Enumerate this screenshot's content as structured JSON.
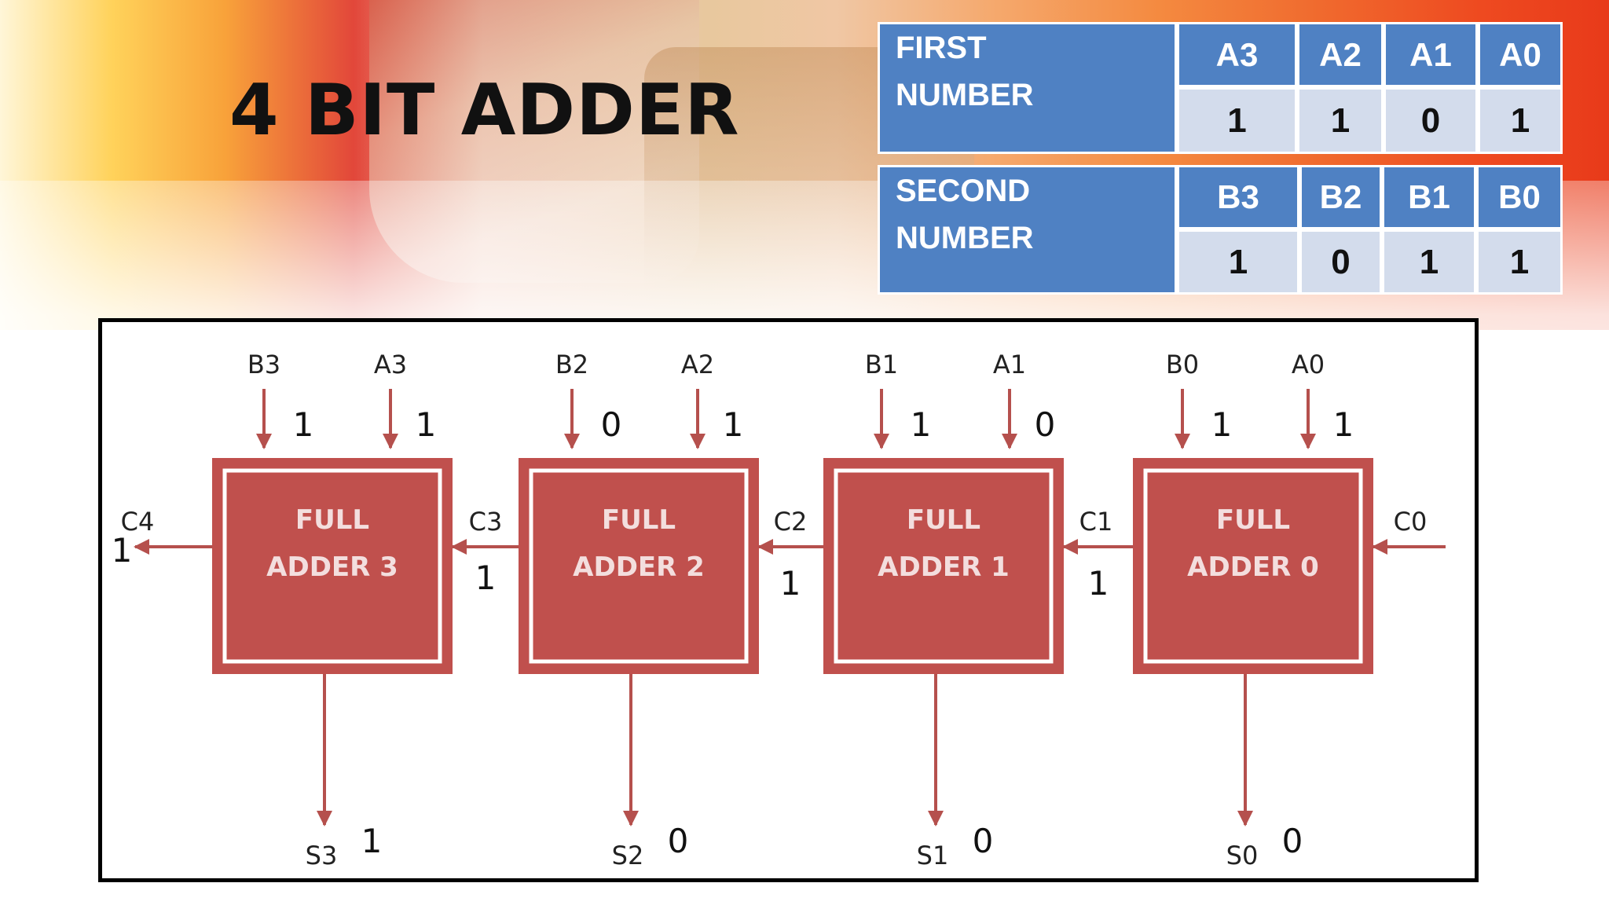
{
  "title": "4 BIT ADDER",
  "first_number": {
    "label_line1": "FIRST",
    "label_line2": "NUMBER",
    "headers": [
      "A3",
      "A2",
      "A1",
      "A0"
    ],
    "values": [
      "1",
      "1",
      "0",
      "1"
    ]
  },
  "second_number": {
    "label_line1": "SECOND",
    "label_line2": "NUMBER",
    "headers": [
      "B3",
      "B2",
      "B1",
      "B0"
    ],
    "values": [
      "1",
      "0",
      "1",
      "1"
    ]
  },
  "adders": [
    {
      "line1": "FULL",
      "line2": "ADDER 3",
      "b_label": "B3",
      "a_label": "A3",
      "b_val": "1",
      "a_val": "1",
      "sum_label": "S3",
      "sum_val": "1"
    },
    {
      "line1": "FULL",
      "line2": "ADDER 2",
      "b_label": "B2",
      "a_label": "A2",
      "b_val": "0",
      "a_val": "1",
      "sum_label": "S2",
      "sum_val": "0"
    },
    {
      "line1": "FULL",
      "line2": "ADDER 1",
      "b_label": "B1",
      "a_label": "A1",
      "b_val": "1",
      "a_val": "0",
      "sum_label": "S1",
      "sum_val": "0"
    },
    {
      "line1": "FULL",
      "line2": "ADDER 0",
      "b_label": "B0",
      "a_label": "A0",
      "b_val": "1",
      "a_val": "1",
      "sum_label": "S0",
      "sum_val": "0"
    }
  ],
  "carries": [
    {
      "label": "C4",
      "value": "1"
    },
    {
      "label": "C3",
      "value": "1"
    },
    {
      "label": "C2",
      "value": "1"
    },
    {
      "label": "C1",
      "value": "1"
    },
    {
      "label": "C0",
      "value": ""
    }
  ],
  "colors": {
    "table_header": "#4f81c3",
    "table_value": "#d3dcec",
    "adder_fill": "#c0504d",
    "wire": "#b5504d"
  }
}
